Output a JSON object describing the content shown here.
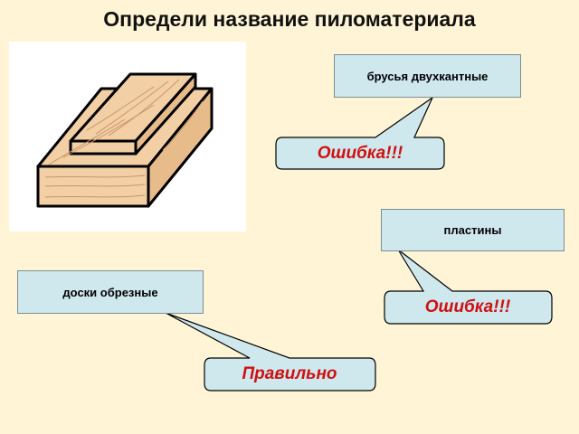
{
  "title": "Определи название пиломатериала",
  "options": [
    {
      "label": "брусья двухкантные"
    },
    {
      "label": "пластины"
    },
    {
      "label": "доски обрезные"
    }
  ],
  "feedback": {
    "wrong_1": "Ошибка!!!",
    "wrong_2": "Ошибка!!!",
    "correct": "Правильно"
  },
  "colors": {
    "background": "#FFF5D6",
    "option_fill": "#CFE8EE",
    "feedback_text": "#D01010",
    "wood": "#F2CFA5"
  }
}
